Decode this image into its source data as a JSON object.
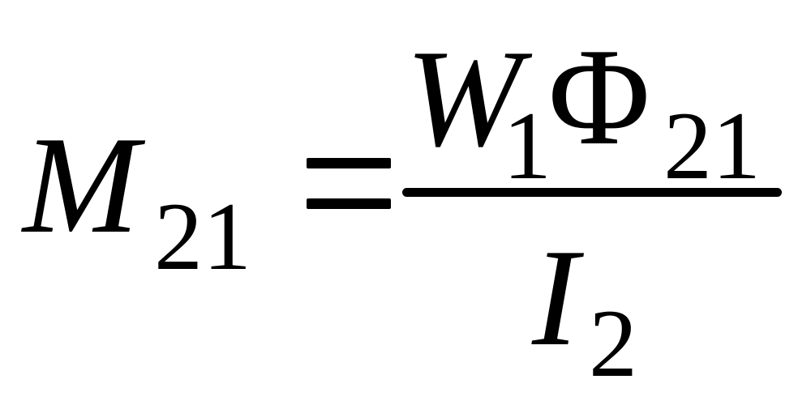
{
  "formula": {
    "lhs": {
      "symbol": "M",
      "subscript": "21"
    },
    "relation": "=",
    "fraction": {
      "numerator": [
        {
          "symbol": "W",
          "subscript": "1"
        },
        {
          "symbol": "Φ",
          "subscript": "21"
        }
      ],
      "denominator": {
        "symbol": "I",
        "subscript": "2"
      }
    }
  }
}
